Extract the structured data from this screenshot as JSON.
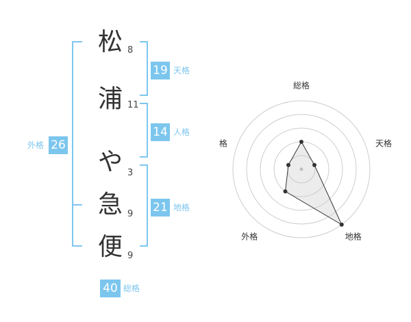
{
  "name": {
    "characters": [
      {
        "char": "松",
        "strokes": "8"
      },
      {
        "char": "浦",
        "strokes": "11"
      },
      {
        "char": "や",
        "strokes": "3"
      },
      {
        "char": "急",
        "strokes": "9"
      },
      {
        "char": "便",
        "strokes": "9"
      }
    ]
  },
  "scores": {
    "tenkaku": {
      "value": "19",
      "label": "天格"
    },
    "jinkaku": {
      "value": "14",
      "label": "人格"
    },
    "chikaku": {
      "value": "21",
      "label": "地格"
    },
    "gaikaku": {
      "value": "26",
      "label": "外格"
    },
    "soukaku": {
      "value": "40",
      "label": "総格"
    }
  },
  "colors": {
    "accent": "#7cc6ee",
    "text": "#333333",
    "grid": "#cccccc"
  },
  "chart_data": {
    "type": "radar",
    "axes": [
      "総格",
      "天格",
      "地格",
      "外格",
      "人格"
    ],
    "values": [
      2,
      1,
      5,
      2,
      1
    ],
    "max": 5,
    "rings": 5
  }
}
